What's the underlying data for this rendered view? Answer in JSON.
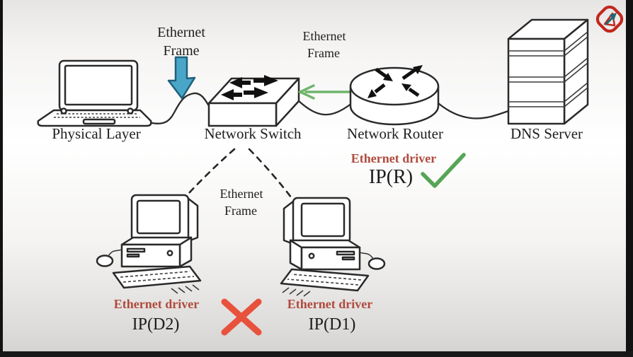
{
  "colors": {
    "ink": "#2a2a2a",
    "label_ink": "#1e1e1e",
    "driver_red": "#b04a3e",
    "check_green": "#55a556",
    "arrow_green": "#6db56a",
    "frame_arrow_blue": "#4aa6c8",
    "frame_arrow_blue_outline": "#1f607c",
    "cross_red": "#e8513c",
    "logo_red": "#c2271d",
    "logo_teal": "#1d6a73"
  },
  "diagram": {
    "laptop": {
      "label": "Physical Layer"
    },
    "switch": {
      "label": "Network Switch"
    },
    "router": {
      "label": "Network Router"
    },
    "dns_server": {
      "label": "DNS Server"
    },
    "frame_label": {
      "line1": "Ethernet",
      "line2": "Frame"
    },
    "router_annotation": {
      "driver": "Ethernet driver",
      "ip": "IP(R)"
    },
    "pc_left_annotation": {
      "driver": "Ethernet driver",
      "ip": "IP(D2)"
    },
    "pc_right_annotation": {
      "driver": "Ethernet driver",
      "ip": "IP(D1)"
    }
  }
}
